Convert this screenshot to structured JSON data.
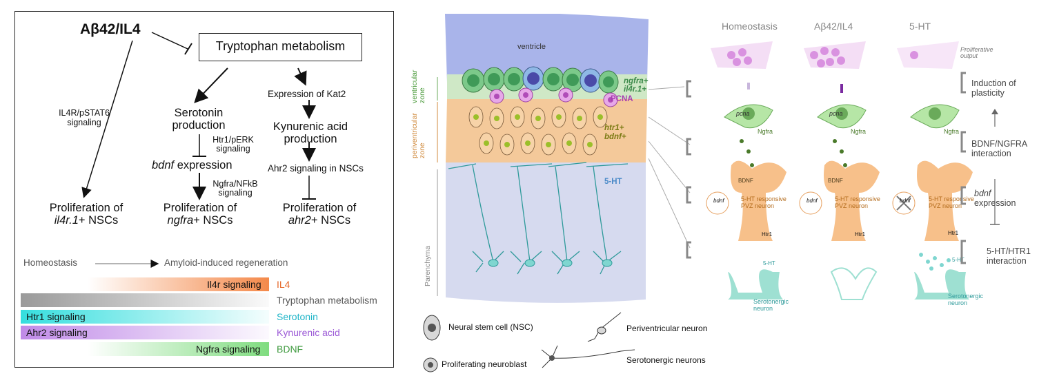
{
  "left_panel": {
    "trigger": "Aβ42/IL4",
    "metabolism_box": "Tryptophan metabolism",
    "il4r_signaling": [
      "IL4R/pSTAT6",
      "signaling"
    ],
    "serotonin_production": [
      "Serotonin",
      "production"
    ],
    "htr1_perk": [
      "Htr1/pERK",
      "signaling"
    ],
    "bdnf_italic": "bdnf",
    "bdnf_rest": " expression",
    "ngfra_nfkb": [
      "Ngfra/NFkB",
      "signaling"
    ],
    "kat2": "Expression of Kat2",
    "kynurenic_production": [
      "Kynurenic acid",
      "production"
    ],
    "ahr2_nscs": "Ahr2 signaling in NSCs",
    "prolif_prefix": "Proliferation of",
    "il4r1_gene": "il4r.1",
    "ngfra_gene": "ngfra",
    "ahr2_gene": "ahr2",
    "nscs_suffix": "+ NSCs",
    "axis_left": "Homeostasis",
    "axis_right": "Amyloid-induced regeneration",
    "bars": [
      {
        "label": "Il4r signaling",
        "legend": "IL4",
        "color": "#f4894a",
        "legend_color": "#e5692b"
      },
      {
        "label": "",
        "legend": "Tryptophan metabolism",
        "color": "#9a9a9a",
        "legend_color": "#555555"
      },
      {
        "label": "Htr1 signaling",
        "legend": "Serotonin",
        "color": "#35dede",
        "legend_color": "#20b5c8"
      },
      {
        "label": "Ahr2 signaling",
        "legend": "Kynurenic acid",
        "color": "#c08ae8",
        "legend_color": "#9b59d6"
      },
      {
        "label": "Ngfra signaling",
        "legend": "BDNF",
        "color": "#7fdc7f",
        "legend_color": "#3f9a3f"
      }
    ]
  },
  "brain": {
    "ventricle": "ventricle",
    "vz_label": [
      "ventricular",
      "zone"
    ],
    "pvz_label": [
      "periventricular",
      "zone"
    ],
    "parenchyma": "Parenchyma",
    "ngfra": "ngfra+",
    "il4r1": "il4r.1+",
    "pcna": "PCNA",
    "htr1": "htr1+",
    "bdnf": "bdnf+",
    "five_ht": "5-HT"
  },
  "legend": {
    "nsc": "Neural stem cell (NSC)",
    "neuroblast": "Proliferating neuroblast",
    "periventricular": "Periventricular neuron",
    "serotonergic": "Serotonergic neurons"
  },
  "columns": [
    "Homeostasis",
    "Aβ42/IL4",
    "5-HT"
  ],
  "column_labels": {
    "pcna": "pcna",
    "ngfra": "Ngfra",
    "bdnf": "BDNF",
    "responsive": [
      "5-HT responsive",
      "PVZ neuron"
    ],
    "bdnf_small": "bdnf",
    "htr1": "Htr1",
    "five_ht": "5-HT",
    "serotonergic": [
      "Serotonergic",
      "neuron"
    ],
    "proliferative": [
      "Proliferative",
      "output"
    ]
  },
  "steps": {
    "plasticity": [
      "Induction of",
      "plasticity"
    ],
    "bdnf_ngfra": [
      "BDNF/NGFRA",
      "interaction"
    ],
    "bdnf_expr_italic": "bdnf",
    "bdnf_expr_rest": "expression",
    "htr1_interaction": [
      "5-HT/HTR1",
      "interaction"
    ]
  }
}
